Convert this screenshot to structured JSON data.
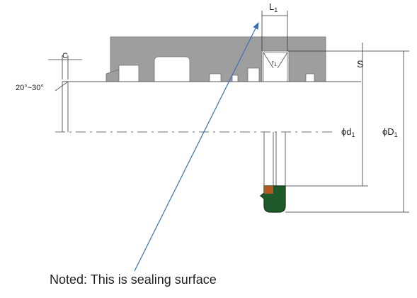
{
  "labels": {
    "L1_main": "L",
    "L1_sub": "1",
    "C": "C",
    "angle_a": "20°",
    "angle_b": "30°",
    "angle_sep": "~",
    "S": "S",
    "r1_main": "r",
    "r1_sub": "1",
    "d1_main": "ϕd",
    "d1_sub": "1",
    "D1_main": "ϕD",
    "D1_sub": "1"
  },
  "note": {
    "text": "Noted: This is sealing surface"
  },
  "colors": {
    "housing": "#9e9e9e",
    "seal_ring": "#1e5a2a",
    "seal_ring_stroke": "#0f3315",
    "energizer": "#b15a1f",
    "arrow": "#3a6fb5"
  }
}
